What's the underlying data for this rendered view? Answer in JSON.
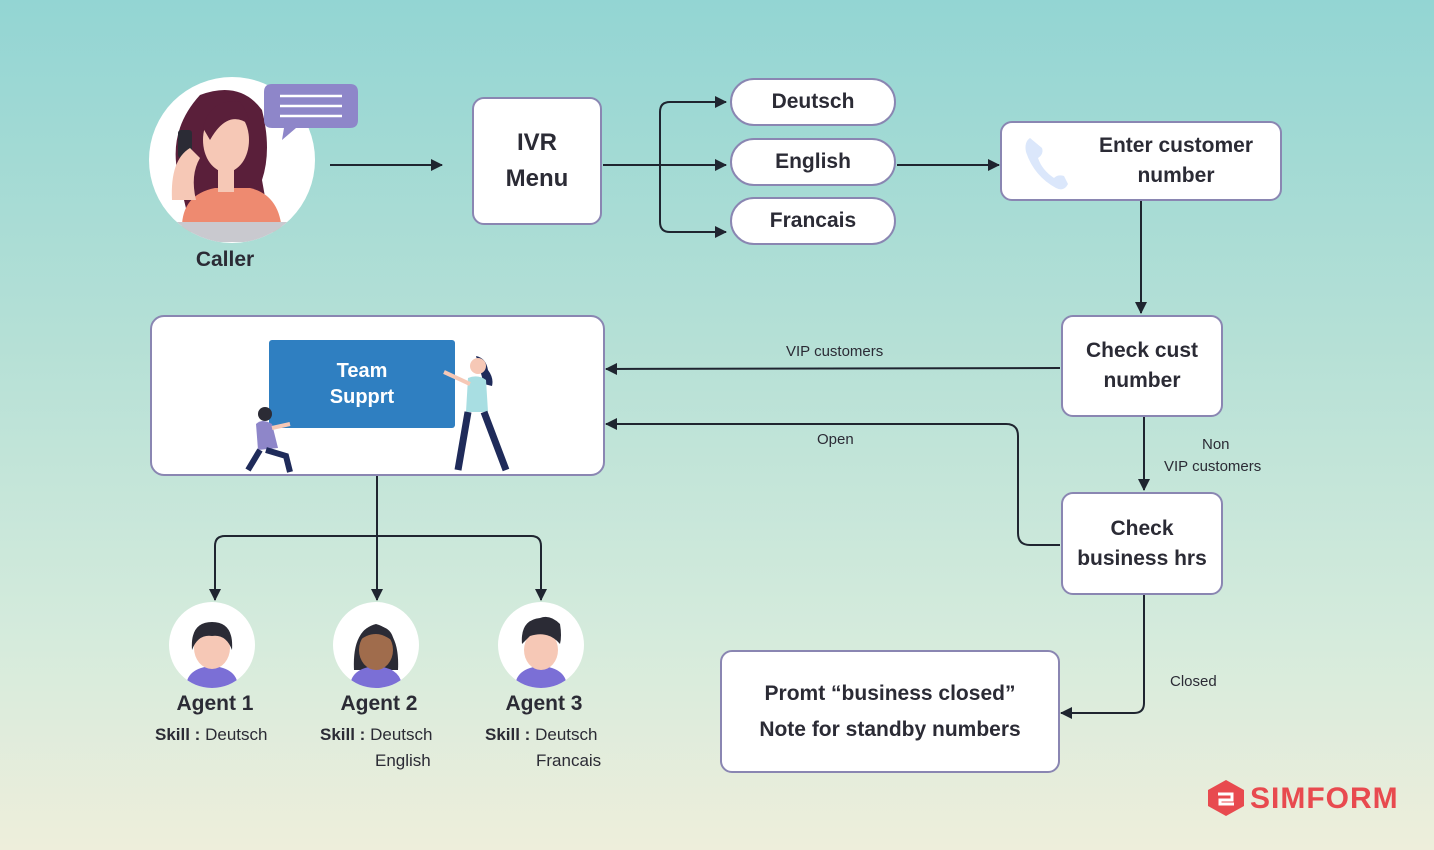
{
  "caller": {
    "label": "Caller"
  },
  "ivr": {
    "line1": "IVR",
    "line2": "Menu"
  },
  "languages": [
    "Deutsch",
    "English",
    "Francais"
  ],
  "enter_customer": {
    "line1": "Enter customer",
    "line2": "number"
  },
  "check_cust": {
    "line1": "Check cust",
    "line2": "number"
  },
  "check_hours": {
    "line1": "Check",
    "line2": "business hrs"
  },
  "team": {
    "line1": "Team",
    "line2": "Supprt"
  },
  "closed_prompt": {
    "line1": "Promt “business closed”",
    "line2": "Note for standby numbers"
  },
  "edge_labels": {
    "vip": "VIP customers",
    "open": "Open",
    "non_vip_1": "Non",
    "non_vip_2": "VIP customers",
    "closed": "Closed"
  },
  "skill_label": "Skill :",
  "agents": [
    {
      "name": "Agent 1",
      "skills": [
        "Deutsch"
      ]
    },
    {
      "name": "Agent 2",
      "skills": [
        "Deutsch",
        "English"
      ]
    },
    {
      "name": "Agent 3",
      "skills": [
        "Deutsch",
        "Francais"
      ]
    }
  ],
  "brand": {
    "name": "SIMFORM",
    "color": "#e84a4f"
  },
  "colors": {
    "box_border": "#8a86b2",
    "arrow": "#1f2530",
    "team_blue": "#2f7fc1",
    "bubble": "#8e86c9"
  },
  "icons": [
    "phone-icon",
    "chat-bubble-icon"
  ]
}
